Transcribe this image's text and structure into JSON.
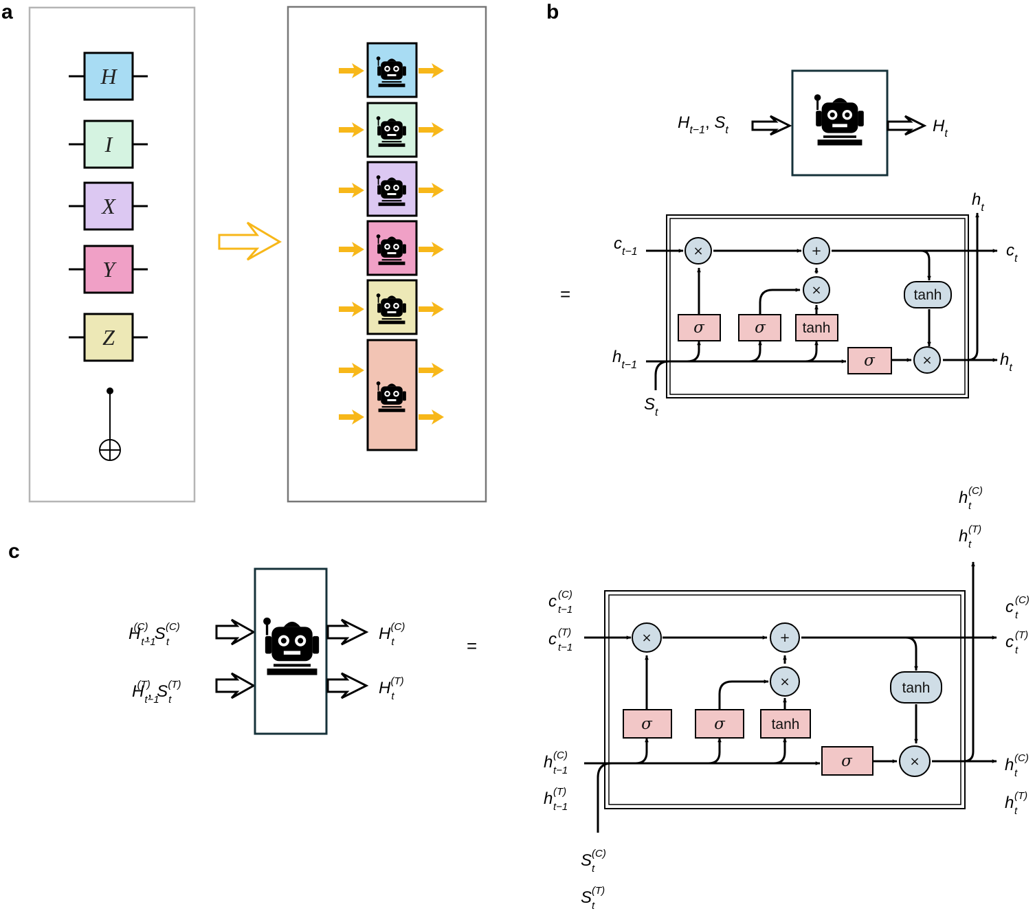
{
  "panels": {
    "a": "a",
    "b": "b",
    "c": "c"
  },
  "panel_a": {
    "gates": [
      "H",
      "I",
      "X",
      "Y",
      "Z"
    ],
    "gate_colors": [
      "#a8dcf3",
      "#d5f3e1",
      "#dcc8f2",
      "#f0a0c6",
      "#ede8b6",
      "#f2c4b4"
    ]
  },
  "panel_b": {
    "cell_input": {
      "main": "H",
      "sub": "t−1",
      "sep": ", ",
      "main2": "S",
      "sub2": "t"
    },
    "cell_output": {
      "main": "H",
      "sub": "t"
    },
    "equals": "=",
    "c_prev": {
      "main": "c",
      "sub": "t−1"
    },
    "c_next": {
      "main": "c",
      "sub": "t"
    },
    "h_prev": {
      "main": "h",
      "sub": "t−1"
    },
    "h_next": {
      "main": "h",
      "sub": "t"
    },
    "h_top": {
      "main": "h",
      "sub": "t"
    },
    "s_in": {
      "main": "S",
      "sub": "t"
    },
    "mult": "×",
    "plus": "+",
    "sigma": "σ",
    "tanh": "tanh"
  },
  "panel_c": {
    "in1": {
      "main": "H",
      "sub": "t−1",
      "sup": "(C)",
      "sep": ", ",
      "main2": "S",
      "sub2": "t",
      "sup2": "(C)"
    },
    "in2": {
      "main": "H",
      "sub": "t−1",
      "sup": "(T)",
      "sep": ", ",
      "main2": "S",
      "sub2": "t",
      "sup2": "(T)"
    },
    "out1": {
      "main": "H",
      "sub": "t",
      "sup": "(C)"
    },
    "out2": {
      "main": "H",
      "sub": "t",
      "sup": "(T)"
    },
    "equals": "=",
    "c_prev_C": {
      "main": "c",
      "sub": "t−1",
      "sup": "(C)"
    },
    "c_prev_T": {
      "main": "c",
      "sub": "t−1",
      "sup": "(T)"
    },
    "c_next_C": {
      "main": "c",
      "sub": "t",
      "sup": "(C)"
    },
    "c_next_T": {
      "main": "c",
      "sub": "t",
      "sup": "(T)"
    },
    "h_prev_C": {
      "main": "h",
      "sub": "t−1",
      "sup": "(C)"
    },
    "h_prev_T": {
      "main": "h",
      "sub": "t−1",
      "sup": "(T)"
    },
    "h_next_C": {
      "main": "h",
      "sub": "t",
      "sup": "(C)"
    },
    "h_next_T": {
      "main": "h",
      "sub": "t",
      "sup": "(T)"
    },
    "h_top_C": {
      "main": "h",
      "sub": "t",
      "sup": "(C)"
    },
    "h_top_T": {
      "main": "h",
      "sub": "t",
      "sup": "(T)"
    },
    "s_C": {
      "main": "S",
      "sub": "t",
      "sup": "(C)"
    },
    "s_T": {
      "main": "S",
      "sub": "t",
      "sup": "(T)"
    },
    "mult": "×",
    "plus": "+",
    "sigma": "σ",
    "tanh": "tanh"
  },
  "colors": {
    "gate_pink": "#f2c7c7",
    "op_blue": "#cfdde6",
    "arrow_orange": "#f7b719",
    "frame_gray": "#b5b5b5",
    "frame_dark": "#16323a"
  },
  "icons": [
    "robot-icon",
    "cnot-icon",
    "arrow-icon"
  ]
}
